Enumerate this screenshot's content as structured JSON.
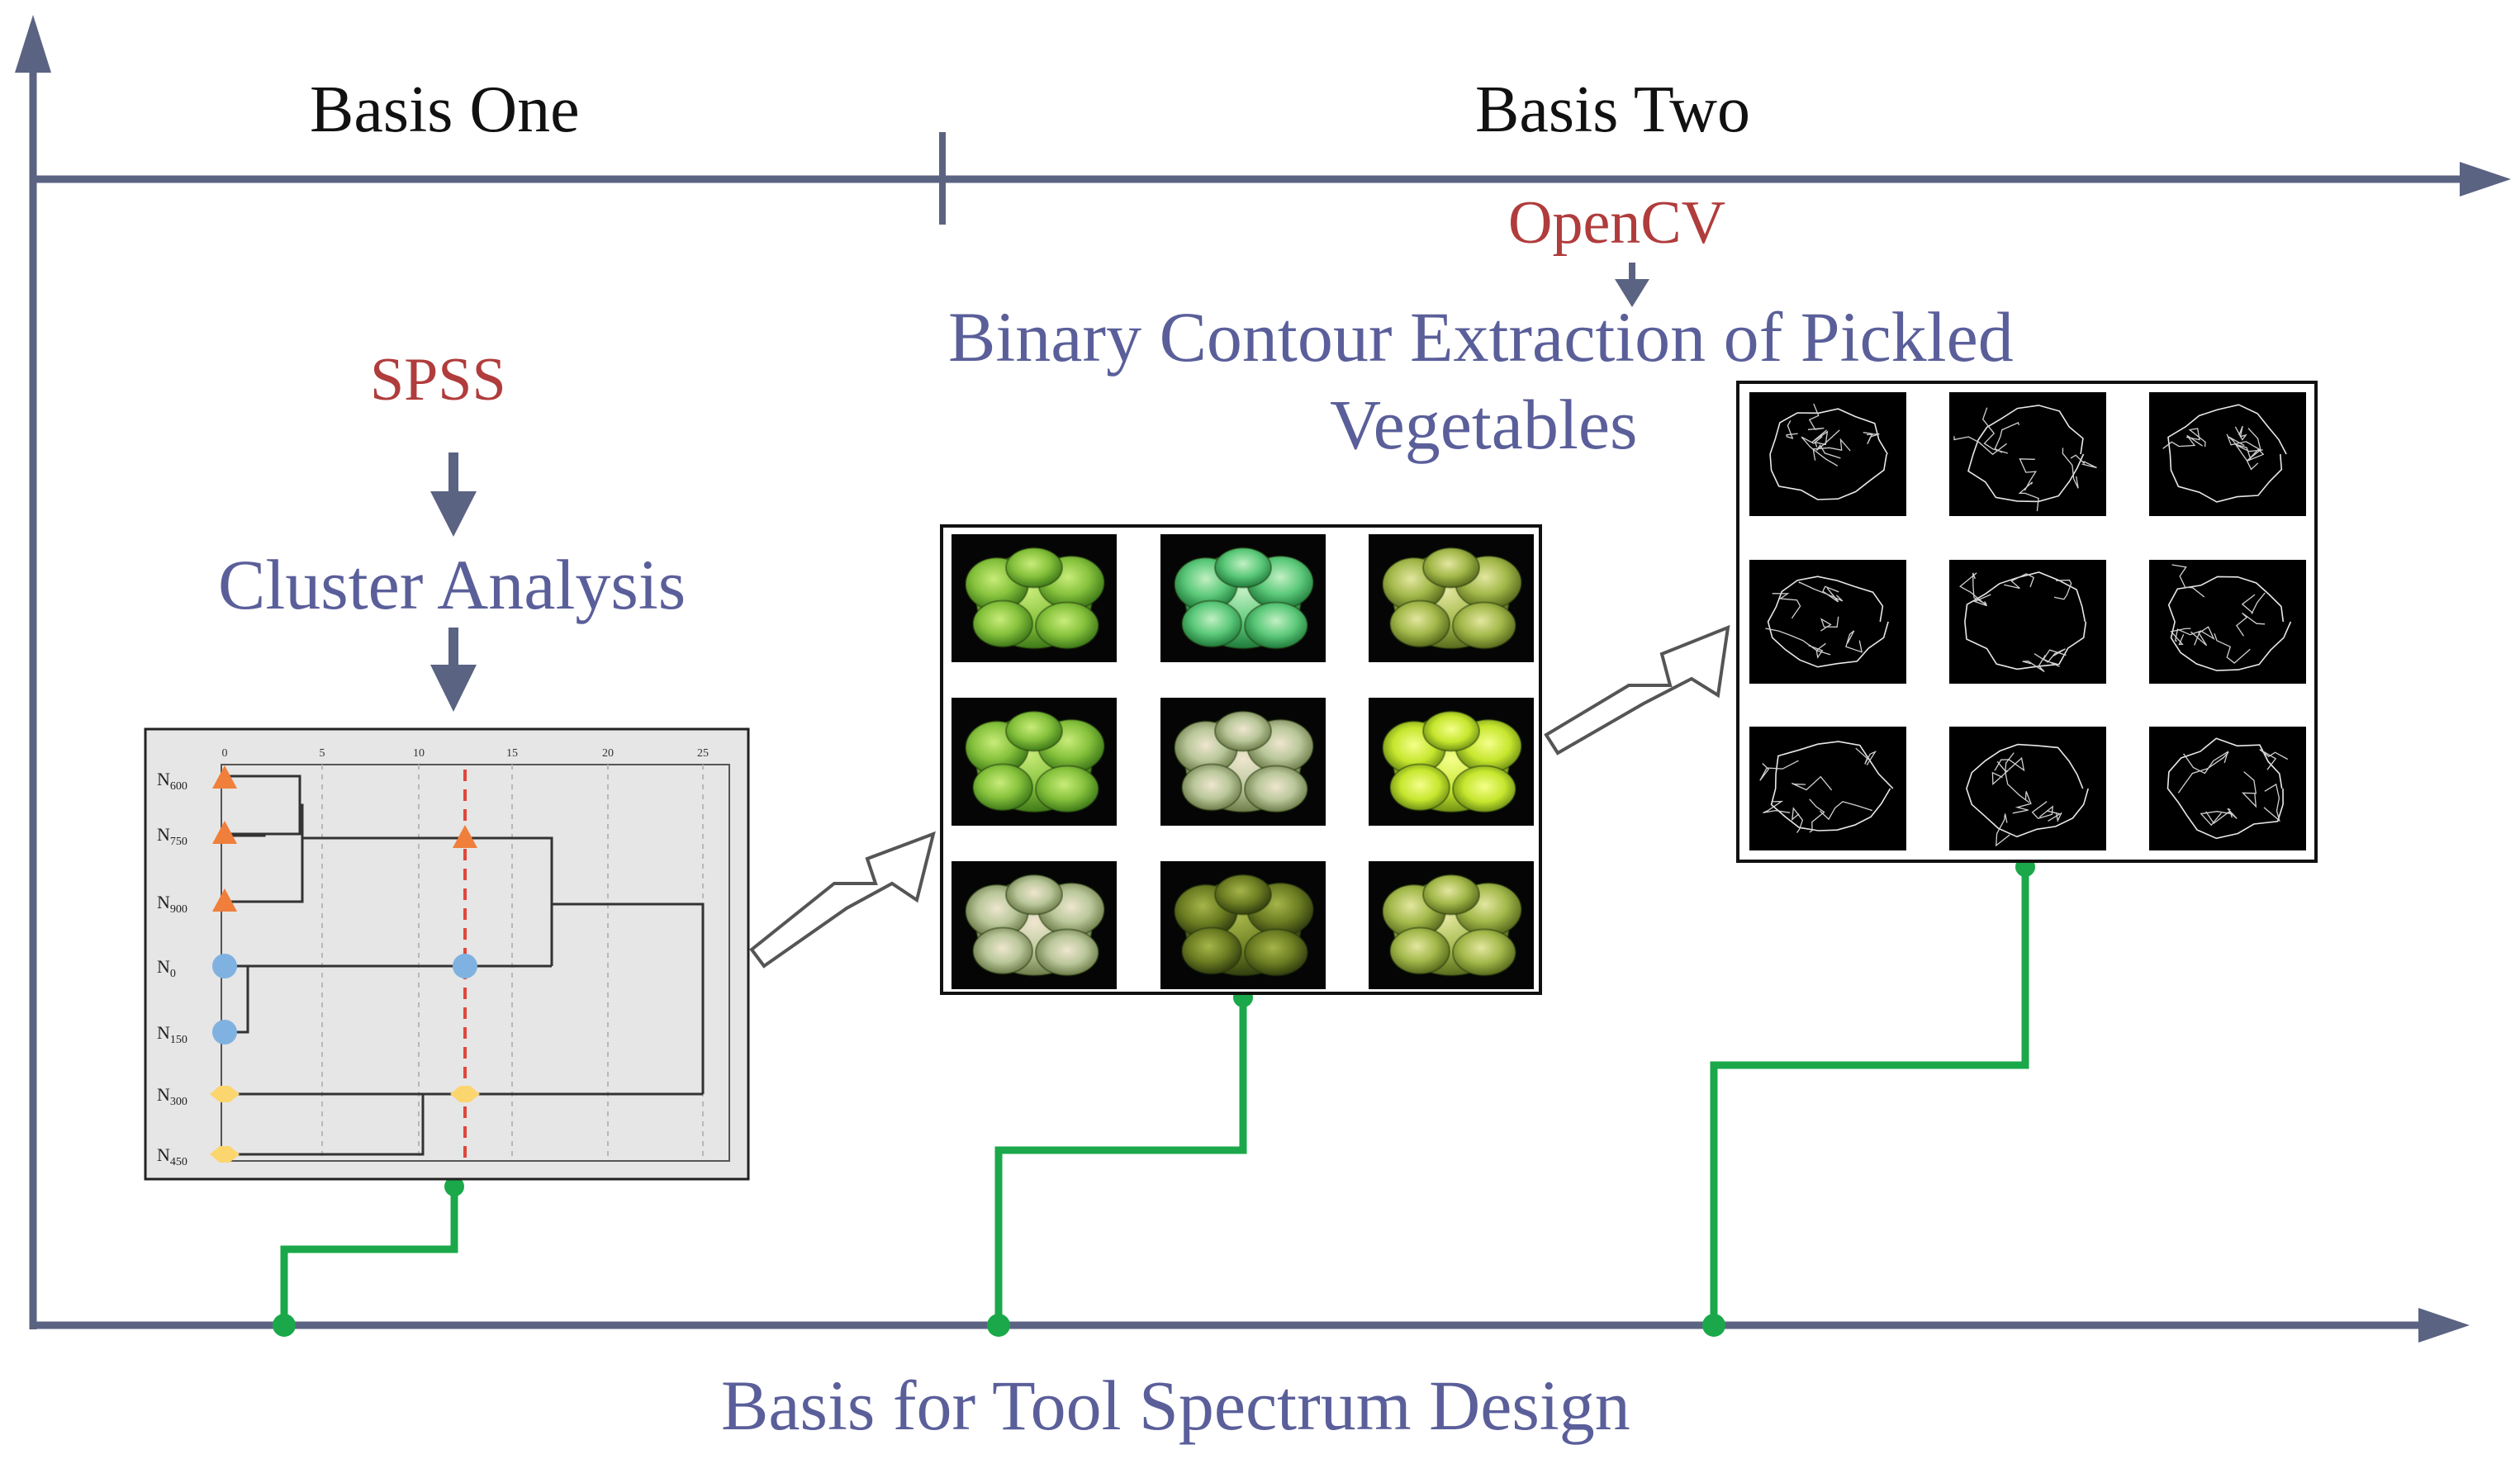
{
  "basis_one": "Basis One",
  "basis_two": "Basis Two",
  "bottom_label": "Basis for Tool Spectrum Design",
  "tool_spss": "SPSS",
  "tool_opencv": "OpenCV",
  "cluster_analysis": "Cluster Analysis",
  "binary_contour_line1": "Binary Contour Extraction of Pickled",
  "binary_contour_line2": "Vegetables",
  "dendrogram": {
    "scale_ticks": [
      "0",
      "5",
      "10",
      "15",
      "20",
      "25"
    ],
    "rows": [
      {
        "label": "N",
        "sub": "600",
        "marker": "triangle",
        "color": "#ef7f3b"
      },
      {
        "label": "N",
        "sub": "750",
        "marker": "triangle",
        "color": "#ef7f3b"
      },
      {
        "label": "N",
        "sub": "900",
        "marker": "triangle",
        "color": "#ef7f3b"
      },
      {
        "label": "N",
        "sub": "0",
        "marker": "circle",
        "color": "#7fb2e0"
      },
      {
        "label": "N",
        "sub": "150",
        "marker": "circle",
        "color": "#7fb2e0"
      },
      {
        "label": "N",
        "sub": "300",
        "marker": "diamond",
        "color": "#fbd56e"
      },
      {
        "label": "N",
        "sub": "450",
        "marker": "diamond",
        "color": "#fbd56e"
      }
    ]
  },
  "colors": {
    "axis": "#5b6382",
    "connector": "#1aa84a",
    "tool_text": "#b03c3c",
    "step_text": "#5a5f9a",
    "dendro_bg": "#e6e6e6"
  }
}
